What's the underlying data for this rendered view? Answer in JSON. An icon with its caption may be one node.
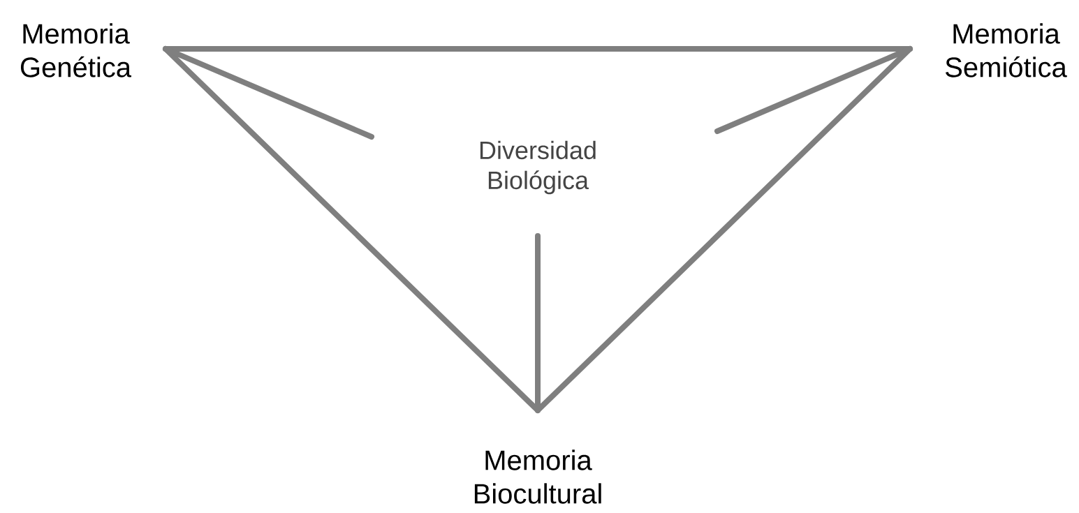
{
  "diagram": {
    "nodes": [
      {
        "text": [
          "Memoria Genética"
        ]
      },
      {
        "text": [
          "Memoria Semiótica"
        ]
      },
      {
        "text": [
          "Diversidad Biológica"
        ]
      },
      {
        "text": [
          "Memoria Biocultural"
        ]
      }
    ],
    "edges": [
      {
        "from": 0,
        "to": 1,
        "arrow": "none"
      },
      {
        "from": 0,
        "to": 3,
        "arrow": "none"
      },
      {
        "from": 1,
        "to": 3,
        "arrow": "none"
      },
      {
        "from": 0,
        "to": null,
        "arrow": "none"
      },
      {
        "from": 1,
        "to": null,
        "arrow": "none"
      },
      {
        "from": 3,
        "to": null,
        "arrow": "none"
      }
    ]
  }
}
